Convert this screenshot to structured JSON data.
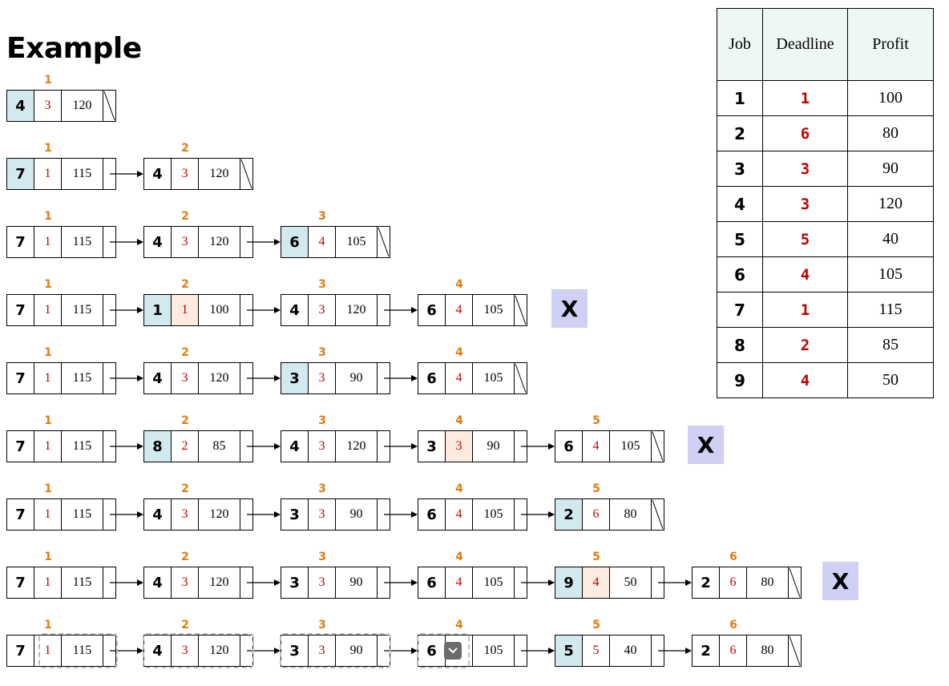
{
  "title": "Example",
  "table": {
    "headers": [
      "Job",
      "Deadline",
      "Profit"
    ],
    "rows": [
      {
        "job": "1",
        "deadline": "1",
        "profit": "100"
      },
      {
        "job": "2",
        "deadline": "6",
        "profit": "80"
      },
      {
        "job": "3",
        "deadline": "3",
        "profit": "90"
      },
      {
        "job": "4",
        "deadline": "3",
        "profit": "120"
      },
      {
        "job": "5",
        "deadline": "5",
        "profit": "40"
      },
      {
        "job": "6",
        "deadline": "4",
        "profit": "105"
      },
      {
        "job": "7",
        "deadline": "1",
        "profit": "115"
      },
      {
        "job": "8",
        "deadline": "2",
        "profit": "85"
      },
      {
        "job": "9",
        "deadline": "4",
        "profit": "50"
      }
    ]
  },
  "rejected_label": "X",
  "steps": [
    {
      "nodes": [
        {
          "index": "1",
          "job": "4",
          "deadline": "3",
          "profit": "120",
          "highlight": "blue"
        }
      ]
    },
    {
      "nodes": [
        {
          "index": "1",
          "job": "7",
          "deadline": "1",
          "profit": "115",
          "highlight": "blue"
        },
        {
          "index": "2",
          "job": "4",
          "deadline": "3",
          "profit": "120"
        }
      ]
    },
    {
      "nodes": [
        {
          "index": "1",
          "job": "7",
          "deadline": "1",
          "profit": "115"
        },
        {
          "index": "2",
          "job": "4",
          "deadline": "3",
          "profit": "120"
        },
        {
          "index": "3",
          "job": "6",
          "deadline": "4",
          "profit": "105",
          "highlight": "blue"
        }
      ]
    },
    {
      "rejected": true,
      "nodes": [
        {
          "index": "1",
          "job": "7",
          "deadline": "1",
          "profit": "115"
        },
        {
          "index": "2",
          "job": "1",
          "deadline": "1",
          "profit": "100",
          "highlight": "blue",
          "deadline_highlight": "orange"
        },
        {
          "index": "3",
          "job": "4",
          "deadline": "3",
          "profit": "120"
        },
        {
          "index": "4",
          "job": "6",
          "deadline": "4",
          "profit": "105"
        }
      ]
    },
    {
      "nodes": [
        {
          "index": "1",
          "job": "7",
          "deadline": "1",
          "profit": "115"
        },
        {
          "index": "2",
          "job": "4",
          "deadline": "3",
          "profit": "120"
        },
        {
          "index": "3",
          "job": "3",
          "deadline": "3",
          "profit": "90",
          "highlight": "blue"
        },
        {
          "index": "4",
          "job": "6",
          "deadline": "4",
          "profit": "105"
        }
      ]
    },
    {
      "rejected": true,
      "nodes": [
        {
          "index": "1",
          "job": "7",
          "deadline": "1",
          "profit": "115"
        },
        {
          "index": "2",
          "job": "8",
          "deadline": "2",
          "profit": "85",
          "highlight": "blue"
        },
        {
          "index": "3",
          "job": "4",
          "deadline": "3",
          "profit": "120"
        },
        {
          "index": "4",
          "job": "3",
          "deadline": "3",
          "profit": "90",
          "deadline_highlight": "orange"
        },
        {
          "index": "5",
          "job": "6",
          "deadline": "4",
          "profit": "105"
        }
      ]
    },
    {
      "nodes": [
        {
          "index": "1",
          "job": "7",
          "deadline": "1",
          "profit": "115"
        },
        {
          "index": "2",
          "job": "4",
          "deadline": "3",
          "profit": "120"
        },
        {
          "index": "3",
          "job": "3",
          "deadline": "3",
          "profit": "90"
        },
        {
          "index": "4",
          "job": "6",
          "deadline": "4",
          "profit": "105"
        },
        {
          "index": "5",
          "job": "2",
          "deadline": "6",
          "profit": "80",
          "highlight": "blue"
        }
      ]
    },
    {
      "rejected": true,
      "nodes": [
        {
          "index": "1",
          "job": "7",
          "deadline": "1",
          "profit": "115"
        },
        {
          "index": "2",
          "job": "4",
          "deadline": "3",
          "profit": "120"
        },
        {
          "index": "3",
          "job": "3",
          "deadline": "3",
          "profit": "90"
        },
        {
          "index": "4",
          "job": "6",
          "deadline": "4",
          "profit": "105"
        },
        {
          "index": "5",
          "job": "9",
          "deadline": "4",
          "profit": "50",
          "highlight": "blue",
          "deadline_highlight": "orange"
        },
        {
          "index": "6",
          "job": "2",
          "deadline": "6",
          "profit": "80"
        }
      ]
    },
    {
      "selection": true,
      "nodes": [
        {
          "index": "1",
          "job": "7",
          "deadline": "1",
          "profit": "115"
        },
        {
          "index": "2",
          "job": "4",
          "deadline": "3",
          "profit": "120"
        },
        {
          "index": "3",
          "job": "3",
          "deadline": "3",
          "profit": "90"
        },
        {
          "index": "4",
          "job": "6",
          "deadline": "",
          "profit": "105",
          "dropdown": true
        },
        {
          "index": "5",
          "job": "5",
          "deadline": "5",
          "profit": "40",
          "highlight": "blue"
        },
        {
          "index": "6",
          "job": "2",
          "deadline": "6",
          "profit": "80"
        }
      ]
    }
  ],
  "colors": {
    "index": "#e07b0f",
    "deadline": "#c00000",
    "job_highlight": "#d3e9f0",
    "deadline_highlight": "#fdebe0",
    "reject_box": "#d0d0f5",
    "table_header": "#eef8f2"
  }
}
